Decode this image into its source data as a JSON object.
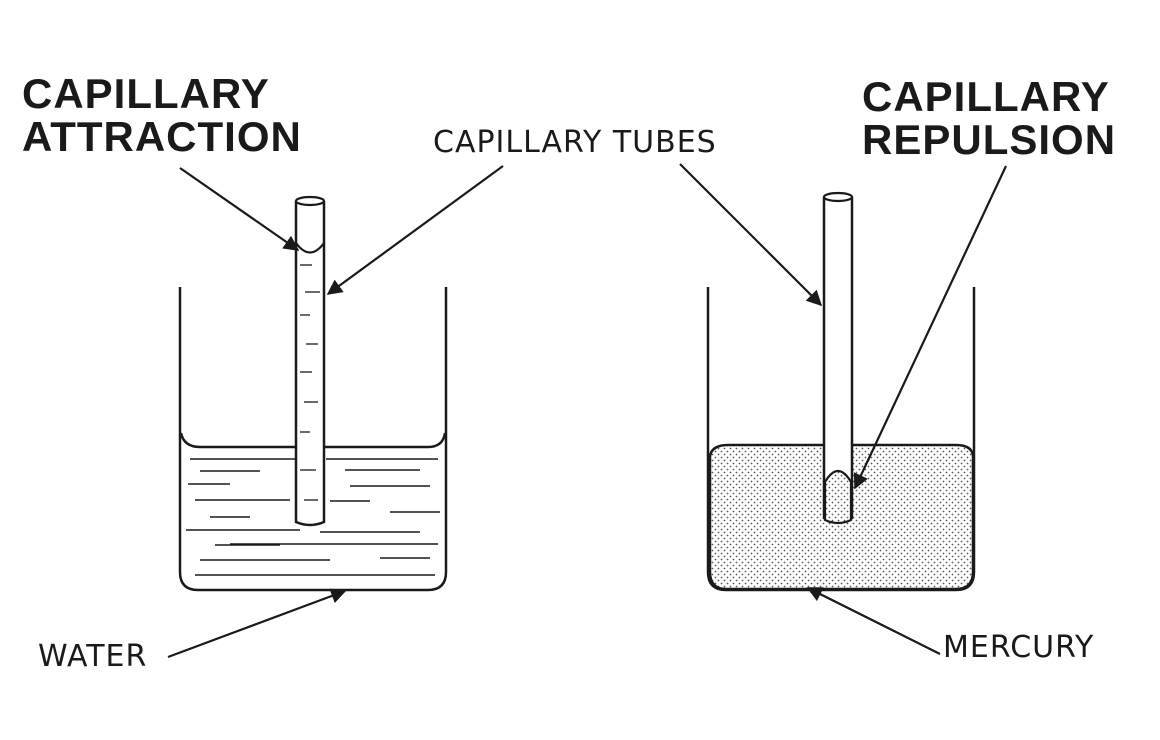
{
  "labels": {
    "attraction": [
      "CAPILLARY",
      "ATTRACTION"
    ],
    "repulsion": [
      "CAPILLARY",
      "REPULSION"
    ],
    "tubes": "CAPILLARY TUBES",
    "water": "WATER",
    "mercury": "MERCURY"
  },
  "colors": {
    "ink": "#1a1a1a",
    "paper": "#ffffff",
    "mercury_dots": "#555555"
  }
}
